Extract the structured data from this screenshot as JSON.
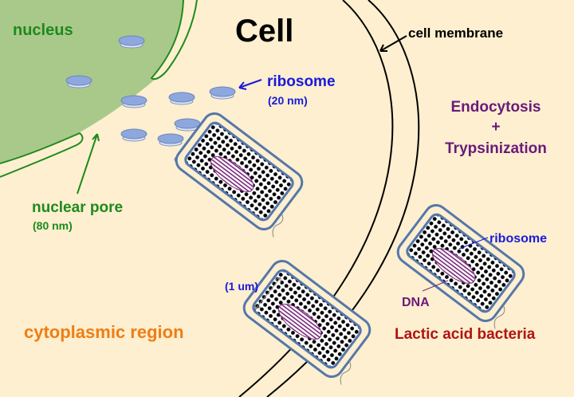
{
  "title": "Cell",
  "labels": {
    "nucleus": "nucleus",
    "cell_membrane": "cell membrane",
    "ribosome": "ribosome",
    "ribosome_size": "(20 nm)",
    "nuclear_pore": "nuclear pore",
    "nuclear_pore_size": "(80 nm)",
    "endocytosis": "Endocytosis",
    "plus": "+",
    "trypsinization": "Trypsinization",
    "bacteria_size": "(1 um)",
    "cytoplasmic_region": "cytoplasmic region",
    "bacteria_ribosome": "ribosome",
    "dna": "DNA",
    "lactic_acid_bacteria": "Lactic acid bacteria"
  },
  "colors": {
    "background": "#fdefcf",
    "nucleus": "#a9c98a",
    "green_text": "#1e8a1e",
    "blue_text": "#1a1adc",
    "purple_text": "#6a1a7a",
    "orange_text": "#f07d14",
    "red_text": "#b01414"
  }
}
